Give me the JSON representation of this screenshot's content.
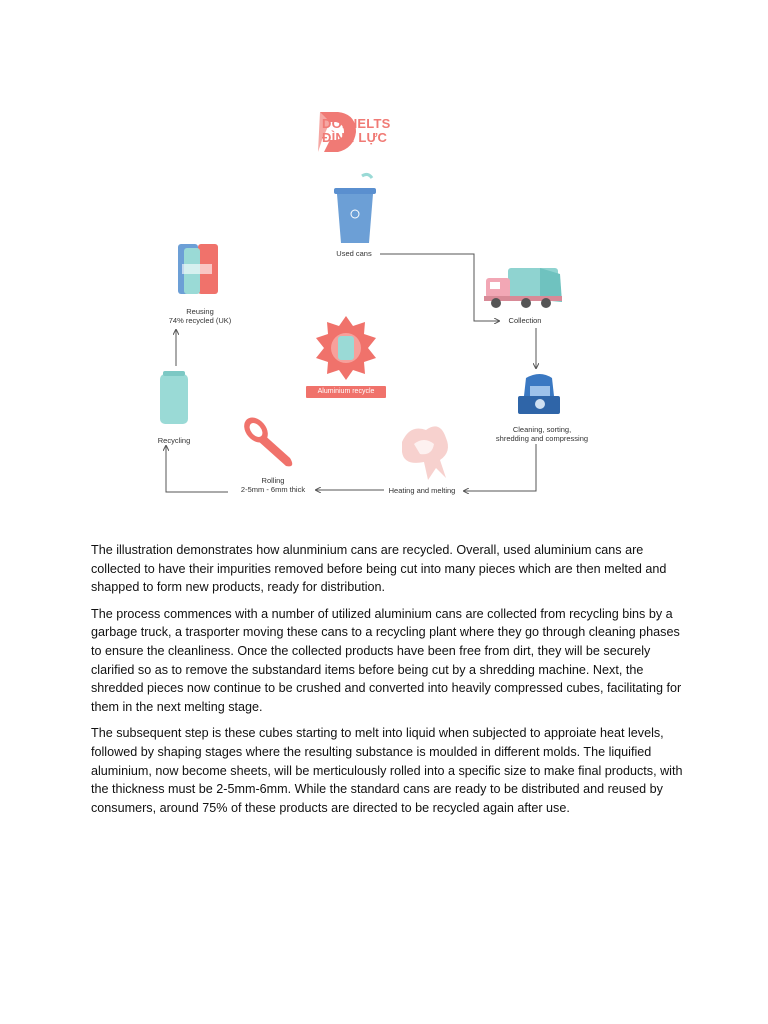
{
  "logo": {
    "line1": "DOL IELTS",
    "line2": "ĐÌNH LỰC",
    "brand_color": "#f07a75"
  },
  "diagram": {
    "badge": "Aluminium recycle",
    "stages": {
      "used_cans": "Used cans",
      "collection": "Collection",
      "cleaning_line1": "Cleaning, sorting,",
      "cleaning_line2": "shredding and compressing",
      "heating": "Heating and melting",
      "rolling_line1": "Rolling",
      "rolling_line2": "2-5mm - 6mm thick",
      "recycling": "Recycling",
      "reusing_line1": "Reusing",
      "reusing_line2": "74% recycled (UK)"
    },
    "colors": {
      "bin": "#6c9fd6",
      "truck_body": "#8fd3d0",
      "truck_cab": "#f2a7b5",
      "machine": "#3a78c2",
      "coil": "#f0726b",
      "molten": "#f6c9c6",
      "can": "#9adad6",
      "arrow": "#555555"
    }
  },
  "essay": {
    "p1": "The illustration demonstrates how alunminium cans are recycled. Overall, used aluminium cans are collected to have their impurities removed before being cut into many pieces which are then melted and shapped to form new products, ready for distribution.",
    "p2": "The process commences with a number of utilized aluminium cans are collected from recycling bins by a garbage truck, a trasporter moving these cans to a recycling plant where they go through cleaning phases to ensure the cleanliness. Once the collected products have been free from dirt, they will be securely clarified so as to remove the substandard items before being cut by a shredding machine. Next, the shredded pieces now continue to be crushed and converted into heavily compressed cubes, facilitating for them in the next melting stage.",
    "p3": "The subsequent step is these cubes starting to melt into liquid when subjected to approiate heat levels, followed by shaping stages where the resulting substance is moulded in different molds. The liquified aluminium, now become sheets, will be merticulously rolled into a specific size to make final products, with the thickness must be 2-5mm-6mm. While the standard cans are ready to be distributed and reused by consumers, around 75% of these products are directed to be recycled again after use."
  }
}
